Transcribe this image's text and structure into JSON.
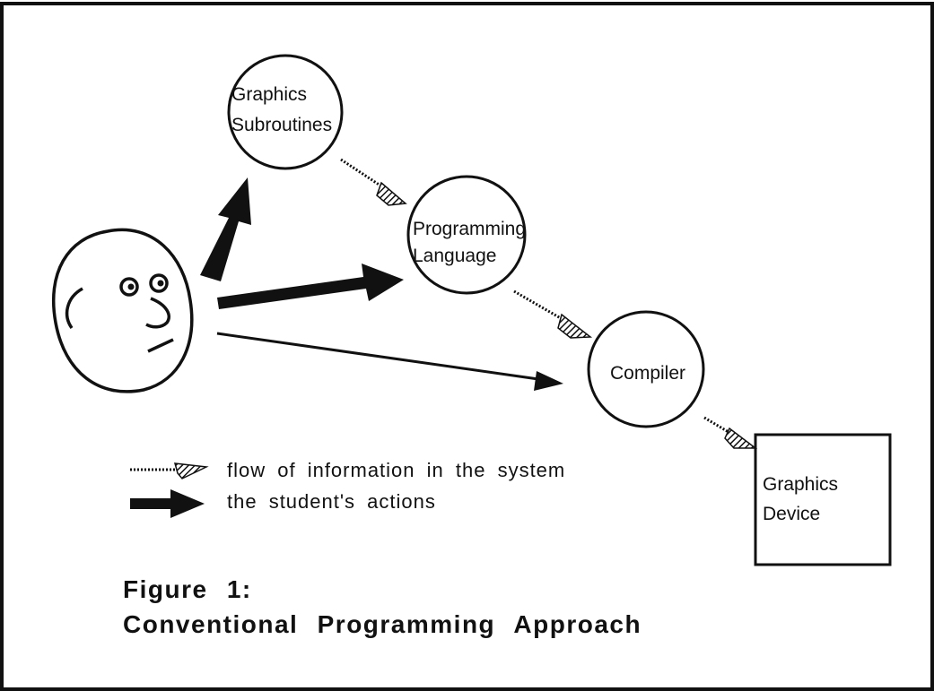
{
  "nodes": {
    "graphics_subroutines": {
      "line1": "Graphics",
      "line2": "Subroutines"
    },
    "programming_language": {
      "line1": "Programming",
      "line2": "Language"
    },
    "compiler": {
      "line1": "Compiler"
    },
    "graphics_device": {
      "line1": "Graphics",
      "line2": "Device"
    }
  },
  "legend": {
    "information_flow": "flow of information in the system",
    "student_actions": "the student's actions"
  },
  "caption": {
    "label": "Figure 1:",
    "title": "Conventional Programming Approach"
  }
}
